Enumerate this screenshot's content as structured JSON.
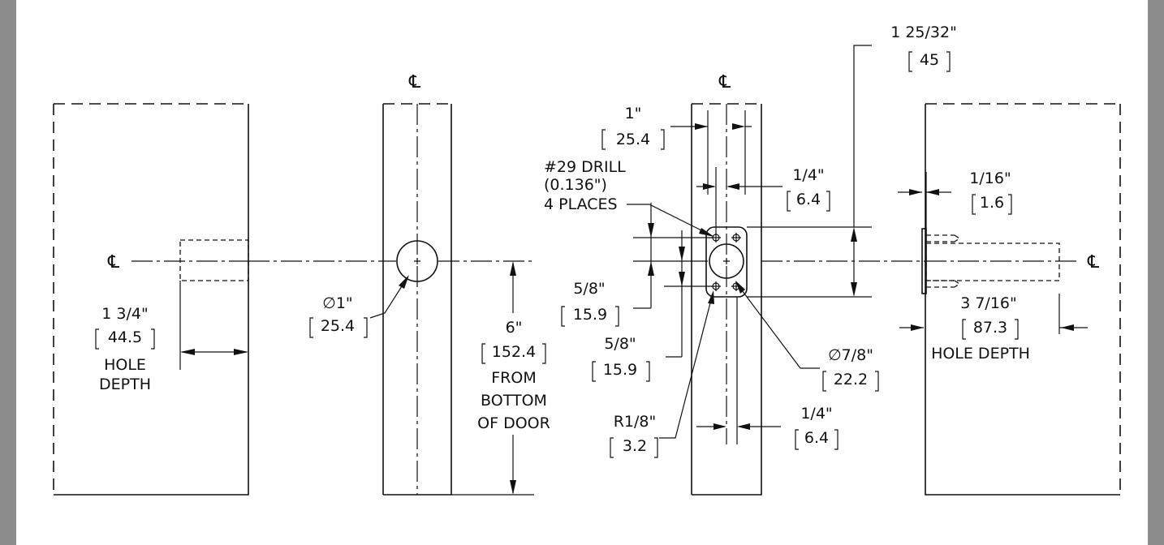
{
  "centerline_symbol": "℄",
  "view1": {
    "dim_in": "1 3/4\"",
    "dim_mm": "44.5",
    "note1": "HOLE",
    "note2": "DEPTH"
  },
  "view2": {
    "dia_in": "∅1\"",
    "dia_mm": "25.4",
    "height_in": "6\"",
    "height_mm": "152.4",
    "note1": "FROM",
    "note2": "BOTTOM",
    "note3": "OF DOOR"
  },
  "view3": {
    "top_width_in": "1\"",
    "top_width_mm": "25.4",
    "drill1": "#29 DRILL",
    "drill2": "(0.136\")",
    "drill3": "4 PLACES",
    "quarter_top_in": "1/4\"",
    "quarter_top_mm": "6.4",
    "overall_in": "1 25/32\"",
    "overall_mm": "45",
    "spacing_a_in": "5/8\"",
    "spacing_a_mm": "15.9",
    "spacing_b_in": "5/8\"",
    "spacing_b_mm": "15.9",
    "dia_in": "∅7/8\"",
    "dia_mm": "22.2",
    "radius_in": "R1/8\"",
    "radius_mm": "3.2",
    "quarter_bot_in": "1/4\"",
    "quarter_bot_mm": "6.4"
  },
  "view4": {
    "offset_in": "1/16\"",
    "offset_mm": "1.6",
    "depth_in": "3 7/16\"",
    "depth_mm": "87.3",
    "note": "HOLE DEPTH"
  }
}
